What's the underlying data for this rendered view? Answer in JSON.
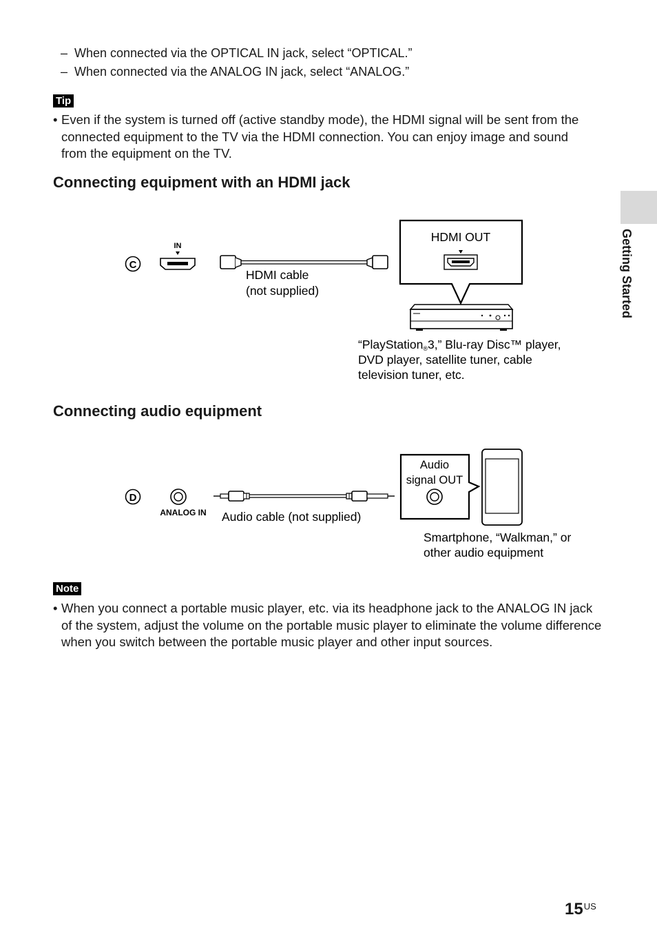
{
  "intro": {
    "dash_items": [
      "When connected via the OPTICAL IN jack, select “OPTICAL.”",
      "When connected via the ANALOG IN jack, select “ANALOG.”"
    ]
  },
  "tip": {
    "label": "Tip",
    "text": "Even if the system is turned off (active standby mode), the HDMI signal will be sent from the connected equipment to the TV via the HDMI connection. You can enjoy image and sound from the equipment on the TV."
  },
  "hdmi_section": {
    "heading": "Connecting equipment with an HDMI jack",
    "marker": "C",
    "port_label": "IN",
    "cable_label_line1": "HDMI cable",
    "cable_label_line2": "(not supplied)",
    "out_label": "HDMI OUT",
    "device_caption_line1_a": "“PlayStation",
    "device_caption_line1_reg": "®",
    "device_caption_line1_b": "3,” Blu-ray Disc™ player,",
    "device_caption_line2": "DVD player, satellite tuner, cable",
    "device_caption_line3": "television tuner, etc."
  },
  "audio_section": {
    "heading": "Connecting audio equipment",
    "marker": "D",
    "port_label": "ANALOG IN",
    "cable_label": "Audio cable (not supplied)",
    "out_label_line1": "Audio",
    "out_label_line2": "signal OUT",
    "device_caption_line1": "Smartphone, “Walkman,” or",
    "device_caption_line2": "other audio equipment"
  },
  "note": {
    "label": "Note",
    "text": "When you connect a portable music player, etc. via its headphone jack to the ANALOG IN jack of the system, adjust the volume on the portable music player to eliminate the volume difference when you switch between the portable music player and other input sources."
  },
  "side_tab": {
    "label": "Getting Started"
  },
  "footer": {
    "page_number": "15",
    "region": "US"
  }
}
